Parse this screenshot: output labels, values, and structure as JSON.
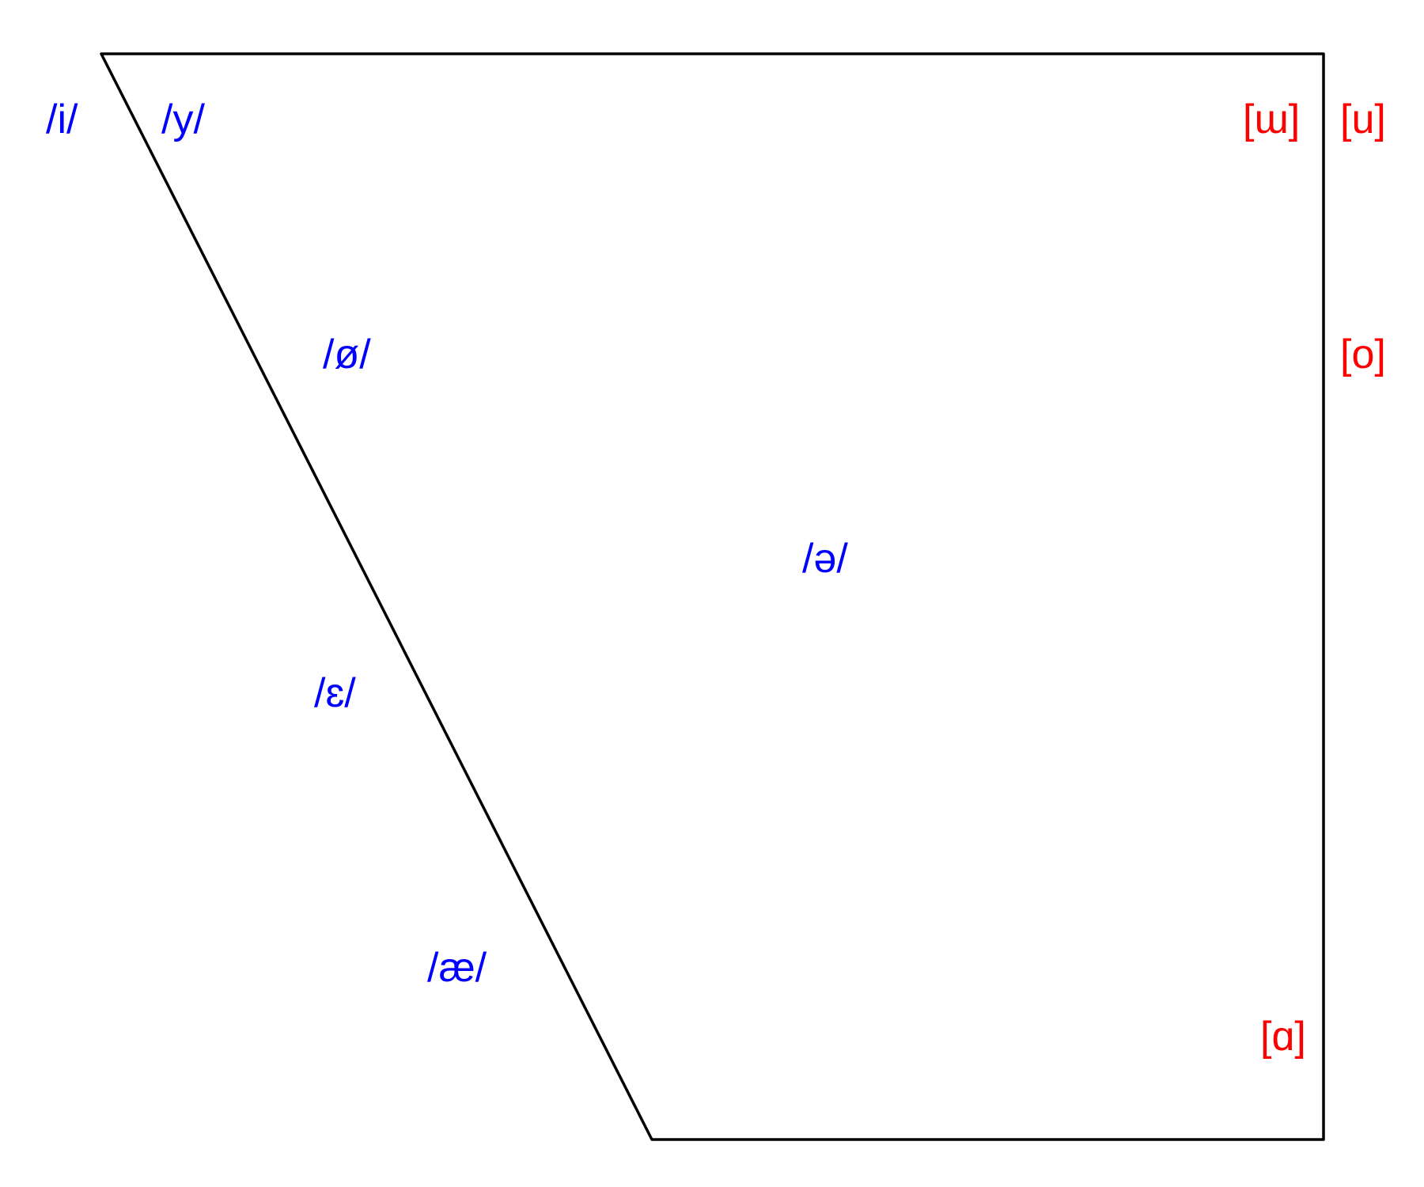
{
  "colors": {
    "background": "#ffffff",
    "outline": "#000000",
    "phoneme": "#0000ff",
    "phone": "#ff0000"
  },
  "vowels": [
    {
      "id": "i",
      "text": "/i/",
      "kind": "phoneme"
    },
    {
      "id": "y",
      "text": "/y/",
      "kind": "phoneme"
    },
    {
      "id": "oe-slash",
      "text": "/ø/",
      "kind": "phoneme"
    },
    {
      "id": "schwa",
      "text": "/ə/",
      "kind": "phoneme"
    },
    {
      "id": "epsilon",
      "text": "/ɛ/",
      "kind": "phoneme"
    },
    {
      "id": "ae",
      "text": "/æ/",
      "kind": "phoneme"
    },
    {
      "id": "turned-m",
      "text": "[ɯ]",
      "kind": "phone"
    },
    {
      "id": "u",
      "text": "[u]",
      "kind": "phone"
    },
    {
      "id": "o",
      "text": "[o]",
      "kind": "phone"
    },
    {
      "id": "alpha",
      "text": "[ɑ]",
      "kind": "phone"
    }
  ]
}
